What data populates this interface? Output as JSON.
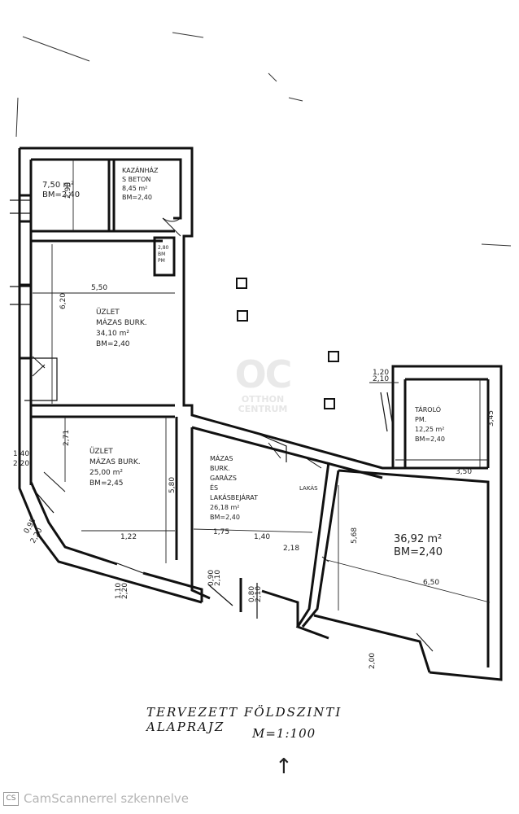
{
  "rooms": [
    {
      "id": "r1",
      "lines": [
        "7,50 m²",
        "BM=2,40"
      ]
    },
    {
      "id": "kazan",
      "lines": [
        "KAZÁNHÁZ",
        "S BETON",
        "8,45 m²",
        "BM=2,40"
      ]
    },
    {
      "id": "wc",
      "lines": [
        "2,80",
        "BM",
        "PM"
      ]
    },
    {
      "id": "uzlet1",
      "lines": [
        "ÜZLET",
        "MÁZAS BURK.",
        "34,10 m²",
        "BM=2,40"
      ]
    },
    {
      "id": "uzlet2",
      "lines": [
        "ÜZLET",
        "MÁZAS BURK.",
        "25,00 m²",
        "BM=2,45"
      ]
    },
    {
      "id": "garazs",
      "lines": [
        "MÁZAS",
        "BURK.",
        "GARÁZS",
        "ÉS",
        "LAKÁSBEJÁRAT",
        "26,18 m²",
        "BM=2,40"
      ]
    },
    {
      "id": "big",
      "lines": [
        "36,92 m²",
        "BM=2,40"
      ]
    },
    {
      "id": "tarolo",
      "lines": [
        "TÁROLÓ",
        "PM.",
        "12,25 m²",
        "BM=2,40"
      ]
    },
    {
      "id": "lakas_label",
      "lines": [
        "LAKÁS"
      ]
    }
  ],
  "dimensions": [
    "5,50",
    "6,20",
    "2,71",
    "5,80",
    "1,22",
    "1,75",
    "1,40",
    "2,18",
    "5,68",
    "6,50",
    "3,50",
    "3,45",
    "2,90",
    "2,00",
    "1,20",
    "2,10",
    "1,10",
    "2,20",
    "0,90",
    "2,10",
    "1,40",
    "2,20",
    "0,95",
    "2,20",
    "0,80",
    "2,10"
  ],
  "watermark": {
    "logo": "OC",
    "line1": "OTTHON",
    "line2": "CENTRUM"
  },
  "caption": {
    "title": "TERVEZETT FÖLDSZINTI ALAPRAJZ",
    "scale": "M=1:100"
  },
  "north_arrow": "↑",
  "footer": {
    "icon": "CS",
    "text": "CamScannerrel szkennelve"
  }
}
